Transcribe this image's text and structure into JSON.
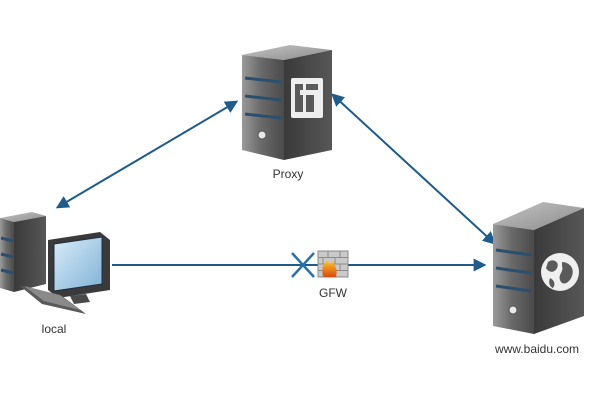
{
  "nodes": {
    "proxy": {
      "label": "Proxy",
      "icon": "server-icon",
      "emblem": "proxy-logo-icon"
    },
    "local": {
      "label": "local",
      "icon": "desktop-computer-icon"
    },
    "target": {
      "label": "www.baidu.com",
      "icon": "server-icon",
      "emblem": "globe-icon"
    },
    "firewall": {
      "label": "GFW",
      "icon": "firewall-icon"
    }
  },
  "edges": [
    {
      "from": "local",
      "to": "proxy",
      "style": "bidirectional"
    },
    {
      "from": "proxy",
      "to": "target",
      "style": "bidirectional"
    },
    {
      "from": "local",
      "to": "target",
      "style": "directional",
      "blocked": true,
      "blocked_by": "firewall"
    }
  ],
  "colors": {
    "connector": "#1f5c8b",
    "block_mark": "#2a6fa8",
    "label": "#333333",
    "background": "#ffffff"
  }
}
